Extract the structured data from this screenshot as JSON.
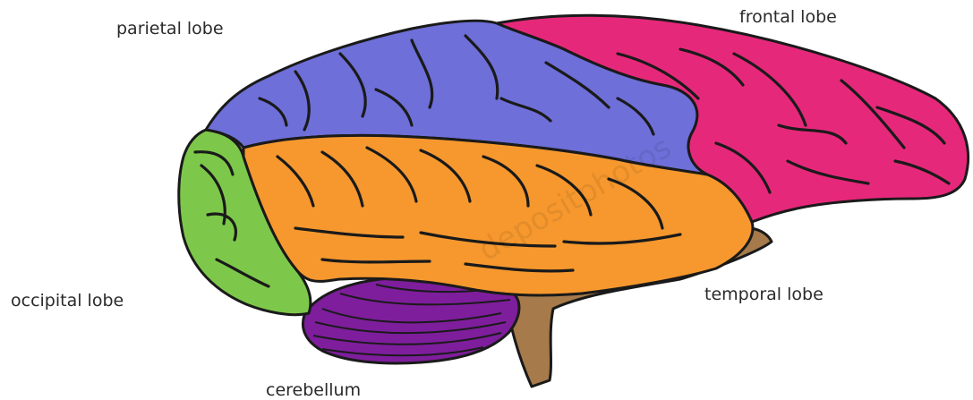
{
  "labels": {
    "parietal": "parietal lobe",
    "frontal": "frontal lobe",
    "occipital": "occipital lobe",
    "temporal": "temporal lobe",
    "cerebellum": "cerebellum"
  },
  "watermark": "depositphotos",
  "colors": {
    "frontal_lobe": "#E6287A",
    "parietal_lobe": "#6E6FD8",
    "temporal_lobe": "#F6982E",
    "occipital_lobe": "#7DC84A",
    "cerebellum": "#7E1E9C",
    "brainstem": "#A67A4A"
  }
}
